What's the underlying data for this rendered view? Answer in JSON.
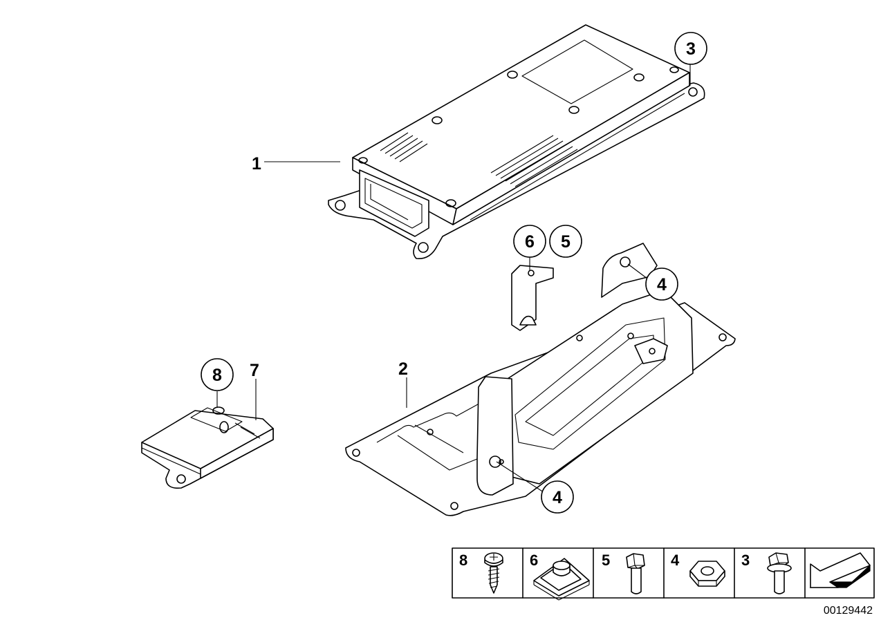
{
  "callouts": {
    "c1": "1",
    "c2": "2",
    "c3": "3",
    "c4a": "4",
    "c4b": "4",
    "c5": "5",
    "c6": "6",
    "c7": "7",
    "c8": "8"
  },
  "legend": {
    "items": [
      {
        "number": "8",
        "icon": "self-tapping-screw-icon"
      },
      {
        "number": "6",
        "icon": "clip-nut-icon"
      },
      {
        "number": "5",
        "icon": "hex-bolt-icon"
      },
      {
        "number": "4",
        "icon": "hex-nut-icon"
      },
      {
        "number": "3",
        "icon": "flange-bolt-icon"
      }
    ],
    "arrow_icon": "direction-arrow-icon"
  },
  "doc_number": "00129442"
}
